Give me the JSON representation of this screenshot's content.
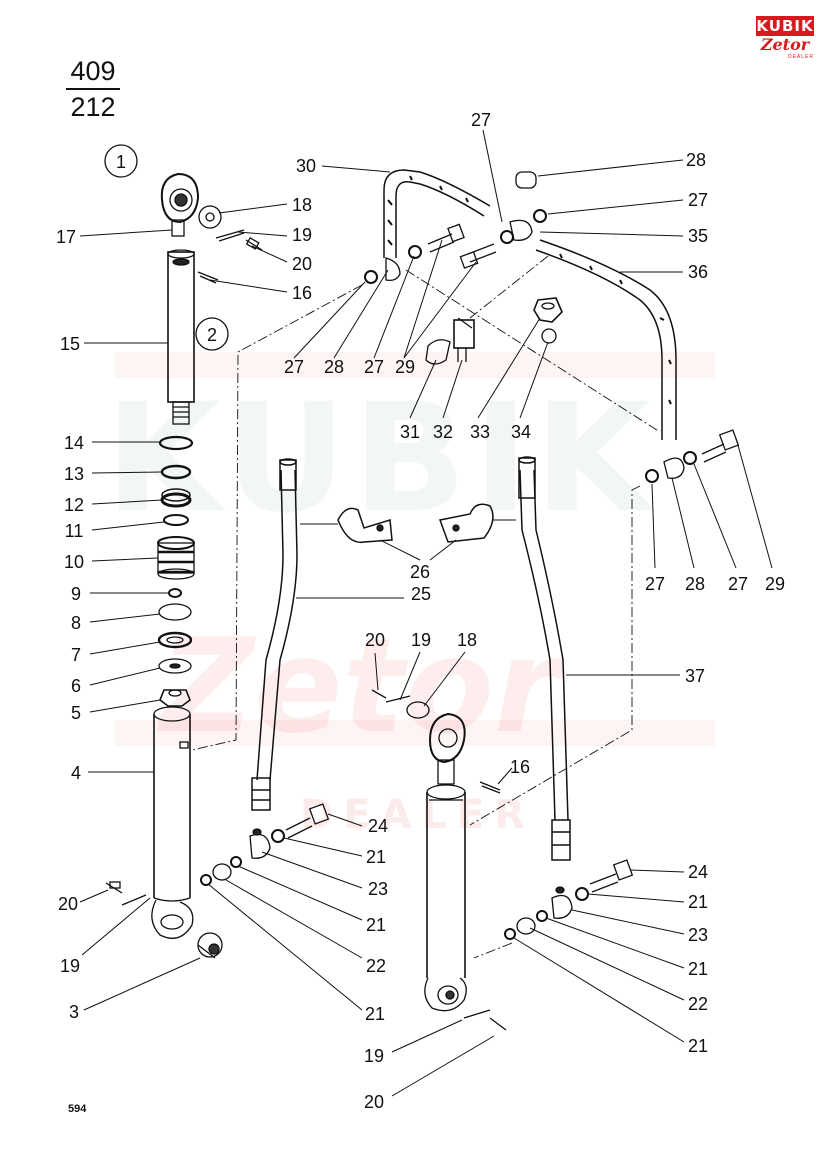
{
  "page_ref": {
    "top": "409",
    "bottom": "212"
  },
  "footer_code": "594",
  "logo": {
    "brand": "KUBIK",
    "maker": "Zetor",
    "sub": "DEALER"
  },
  "watermark": {
    "brand": "KUBIK",
    "maker": "Zetor",
    "sub": "DEALER"
  },
  "markers": {
    "one": "1",
    "two": "2"
  },
  "callouts": {
    "c30": "30",
    "c27a": "27",
    "c28a": "28",
    "c27b": "27",
    "c35": "35",
    "c36": "36",
    "c27c": "27",
    "c28b": "28",
    "c27d": "27",
    "c29a": "29",
    "c31": "31",
    "c32": "32",
    "c33": "33",
    "c34": "34",
    "c17": "17",
    "c18a": "18",
    "c19a": "19",
    "c20a": "20",
    "c16a": "16",
    "c15": "15",
    "c14": "14",
    "c13": "13",
    "c12": "12",
    "c11": "11",
    "c10": "10",
    "c9": "9",
    "c8": "8",
    "c7": "7",
    "c6": "6",
    "c5": "5",
    "c4": "4",
    "c3": "3",
    "c20b": "20",
    "c19b": "19",
    "c26": "26",
    "c25": "25",
    "c27e": "27",
    "c28c": "28",
    "c27f": "27",
    "c29b": "29",
    "c20c": "20",
    "c19c": "19",
    "c18b": "18",
    "c37": "37",
    "c16b": "16",
    "c24a": "24",
    "c21a": "21",
    "c23a": "23",
    "c21b": "21",
    "c22a": "22",
    "c21c": "21",
    "c24b": "24",
    "c21d": "21",
    "c23b": "23",
    "c21e": "21",
    "c22b": "22",
    "c21f": "21",
    "c19d": "19",
    "c20d": "20"
  }
}
